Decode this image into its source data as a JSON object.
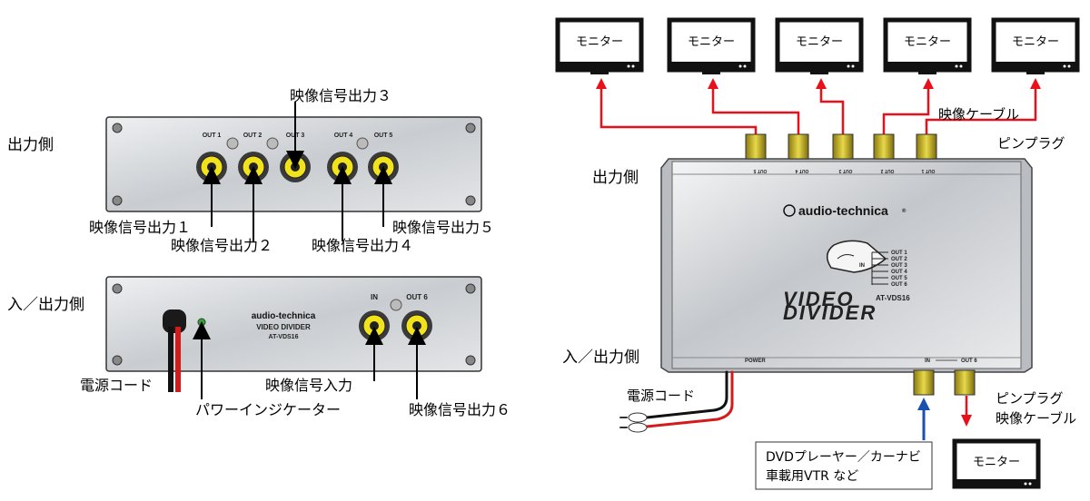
{
  "labels": {
    "output_side": "出力側",
    "io_side": "入／出力側",
    "video_out_1": "映像信号出力１",
    "video_out_2": "映像信号出力２",
    "video_out_3": "映像信号出力３",
    "video_out_4": "映像信号出力４",
    "video_out_5": "映像信号出力５",
    "video_out_6": "映像信号出力６",
    "video_in": "映像信号入力",
    "power_cord": "電源コード",
    "power_indicator": "パワーインジケーター",
    "video_cable": "映像ケーブル",
    "pin_plug": "ピンプラグ",
    "source_line1": "DVDプレーヤー／カーナビ",
    "source_line2": "車載用VTR など"
  },
  "monitor_label": "モニター",
  "ports": {
    "out1": "OUT 1",
    "out2": "OUT 2",
    "out3": "OUT 3",
    "out4": "OUT 4",
    "out5": "OUT 5",
    "out6": "OUT 6",
    "in": "IN",
    "power": "POWER"
  },
  "device": {
    "brand": "audio-technica",
    "brand_mark": "®",
    "name": "VIDEO DIVIDER",
    "model": "AT-VDS16",
    "logo_line1": "VIDEO",
    "logo_line2": "DIVIDER"
  },
  "colors": {
    "signal_out": "#e8101a",
    "signal_in": "#1a50b0",
    "jack_yellow": "#f2e21c",
    "panel": "#d6d8da"
  }
}
